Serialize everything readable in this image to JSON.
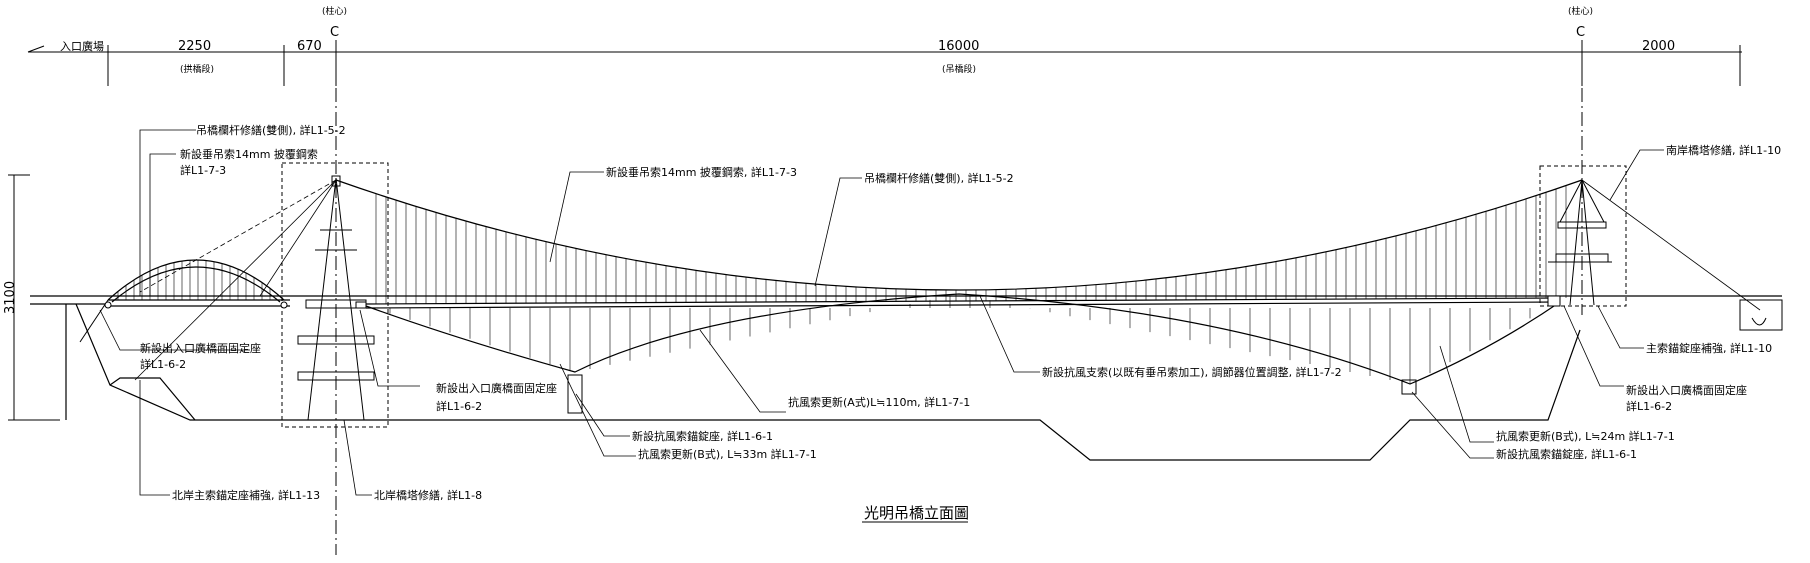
{
  "dimensions": {
    "entrance_plaza": "入口廣場",
    "d1": "2250",
    "d1_sub": "(拱橋段)",
    "d2": "670",
    "d3": "16000",
    "d3_sub": "(吊橋段)",
    "d4": "2000",
    "height": "3100",
    "tower_mark_left": "(柱心)",
    "tower_mark_right": "(柱心)",
    "cl_left": "C",
    "cl_right": "C"
  },
  "annotations": {
    "a1": "吊橋欄杆修繕(雙側), 詳L1-5-2",
    "a2a": "新設垂吊索14mm 披覆鋼索",
    "a2b": "詳L1-7-3",
    "a3": "新設垂吊索14mm 披覆鋼索, 詳L1-7-3",
    "a4": "吊橋欄杆修繕(雙側), 詳L1-5-2",
    "a5": "南岸橋塔修繕, 詳L1-10",
    "a6a": "新設出入口廣橋面固定座",
    "a6b": "詳L1-6-2",
    "a7a": "新設出入口廣橋面固定座",
    "a7b": "詳L1-6-2",
    "a8": "新設抗風支索(以既有垂吊索加工), 調節器位置調整, 詳L1-7-2",
    "a9": "抗風索更新(A式)L≒110m, 詳L1-7-1",
    "a10": "新設抗風索錨錠座, 詳L1-6-1",
    "a11": "抗風索更新(B式), L≒33m 詳L1-7-1",
    "a12": "抗風索更新(B式), L≒24m 詳L1-7-1",
    "a13": "新設抗風索錨錠座, 詳L1-6-1",
    "a14": "北岸主索錨定座補強, 詳L1-13",
    "a15": "北岸橋塔修繕, 詳L1-8",
    "a16": "主索錨錠座補強, 詳L1-10",
    "a17a": "新設出入口廣橋面固定座",
    "a17b": "詳L1-6-2"
  },
  "title": "光明吊橋立面圖"
}
